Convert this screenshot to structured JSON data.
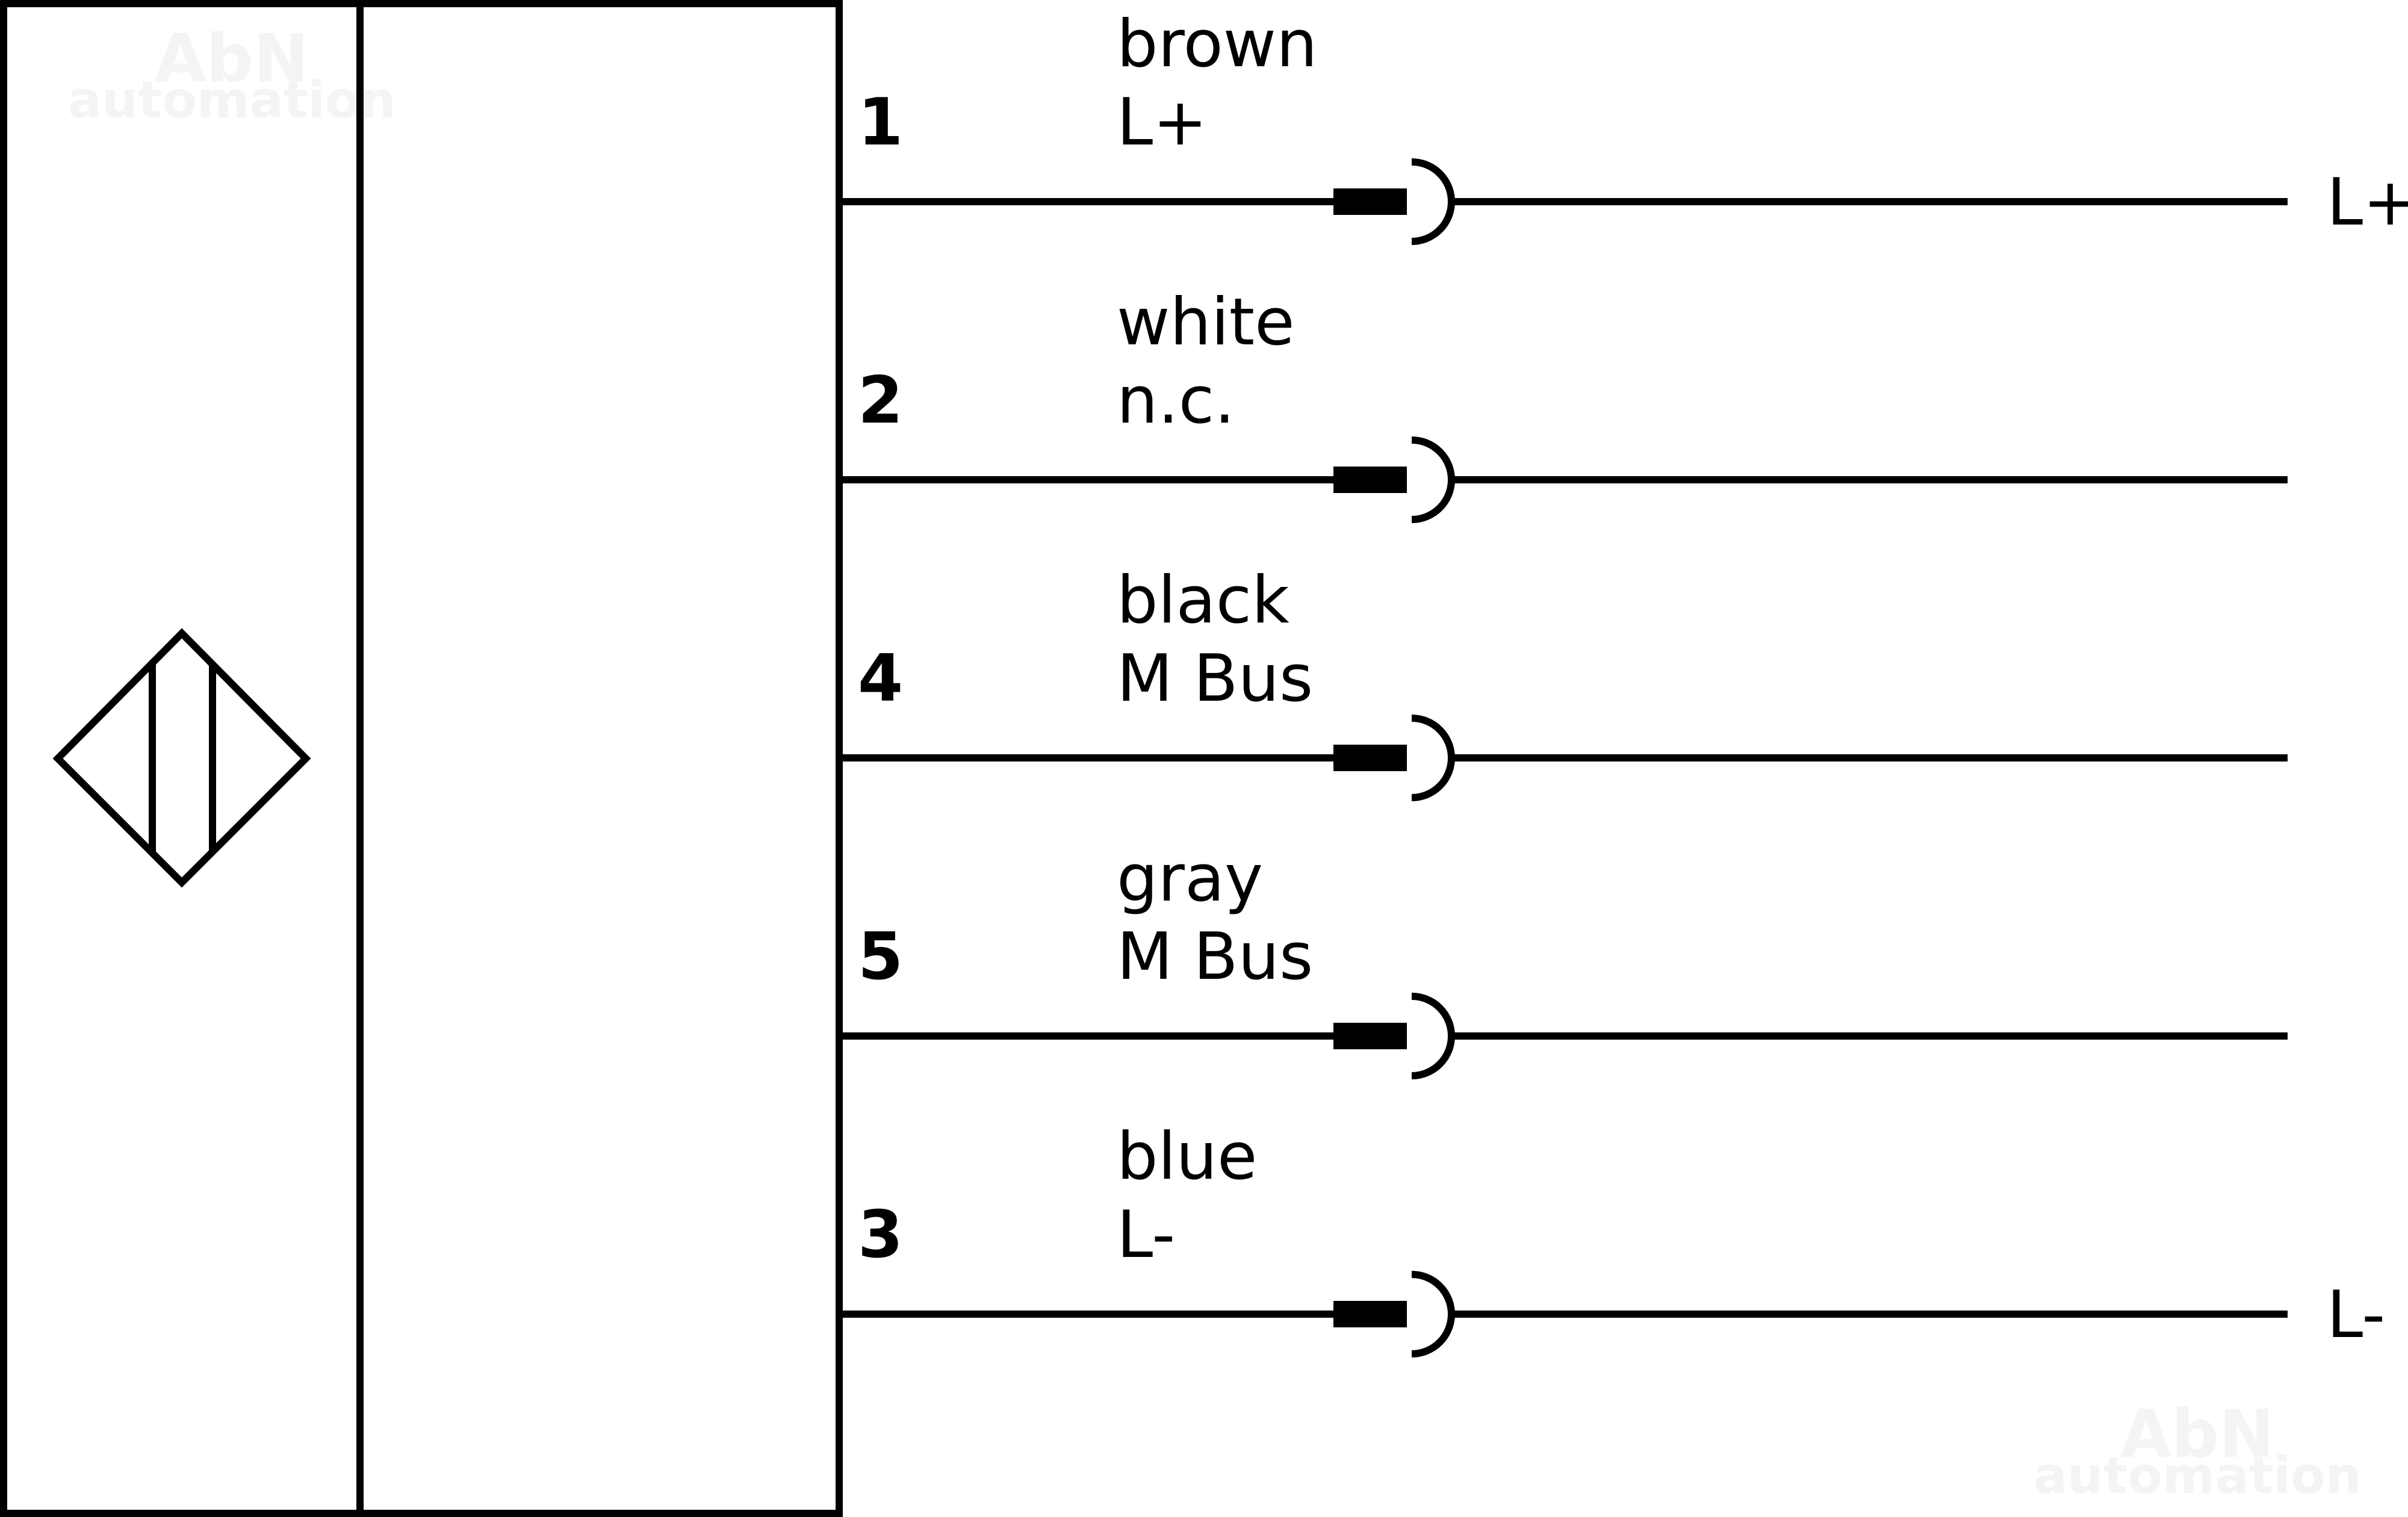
{
  "watermark": {
    "brand": "AbN",
    "tagline": "automation"
  },
  "wires": [
    {
      "pin": "1",
      "color": "brown",
      "signal": "L+",
      "terminal": "L+"
    },
    {
      "pin": "2",
      "color": "white",
      "signal": "n.c.",
      "terminal": ""
    },
    {
      "pin": "4",
      "color": "black",
      "signal": "M Bus",
      "terminal": ""
    },
    {
      "pin": "5",
      "color": "gray",
      "signal": "M Bus",
      "terminal": ""
    },
    {
      "pin": "3",
      "color": "blue",
      "signal": "L-",
      "terminal": "L-"
    }
  ],
  "colors": {
    "stroke": "#000000",
    "background": "#ffffff",
    "watermark": "#f4f4f4"
  },
  "symbol": "inductive-sensor-icon"
}
